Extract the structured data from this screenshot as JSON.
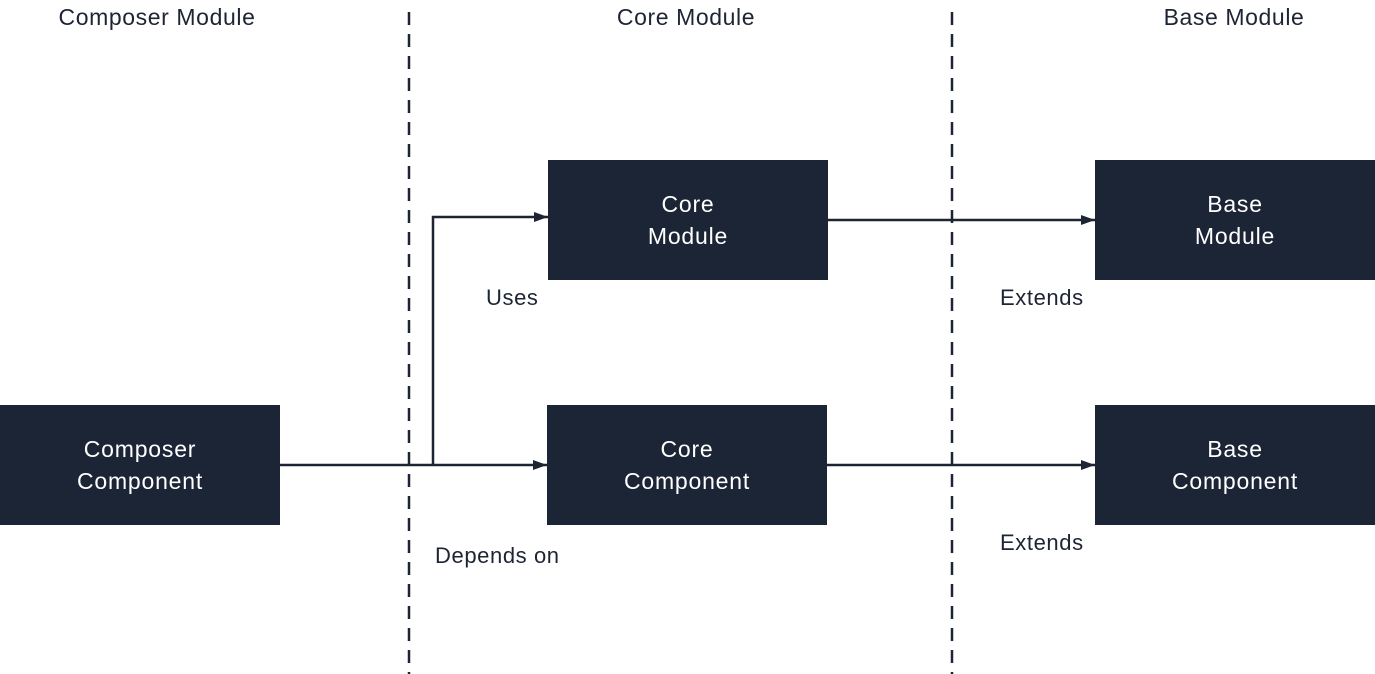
{
  "lanes": {
    "composer": "Composer Module",
    "core": "Core Module",
    "base": "Base Module"
  },
  "nodes": {
    "composer_component": {
      "line1": "Composer",
      "line2": "Component"
    },
    "core_module": {
      "line1": "Core",
      "line2": "Module"
    },
    "core_component": {
      "line1": "Core",
      "line2": "Component"
    },
    "base_module": {
      "line1": "Base",
      "line2": "Module"
    },
    "base_component": {
      "line1": "Base",
      "line2": "Component"
    }
  },
  "edges": {
    "uses": "Uses",
    "depends_on": "Depends on",
    "extends_module": "Extends",
    "extends_component": "Extends"
  },
  "colors": {
    "node_fill": "#1c2535",
    "node_text": "#ffffff",
    "line": "#1d2433"
  }
}
